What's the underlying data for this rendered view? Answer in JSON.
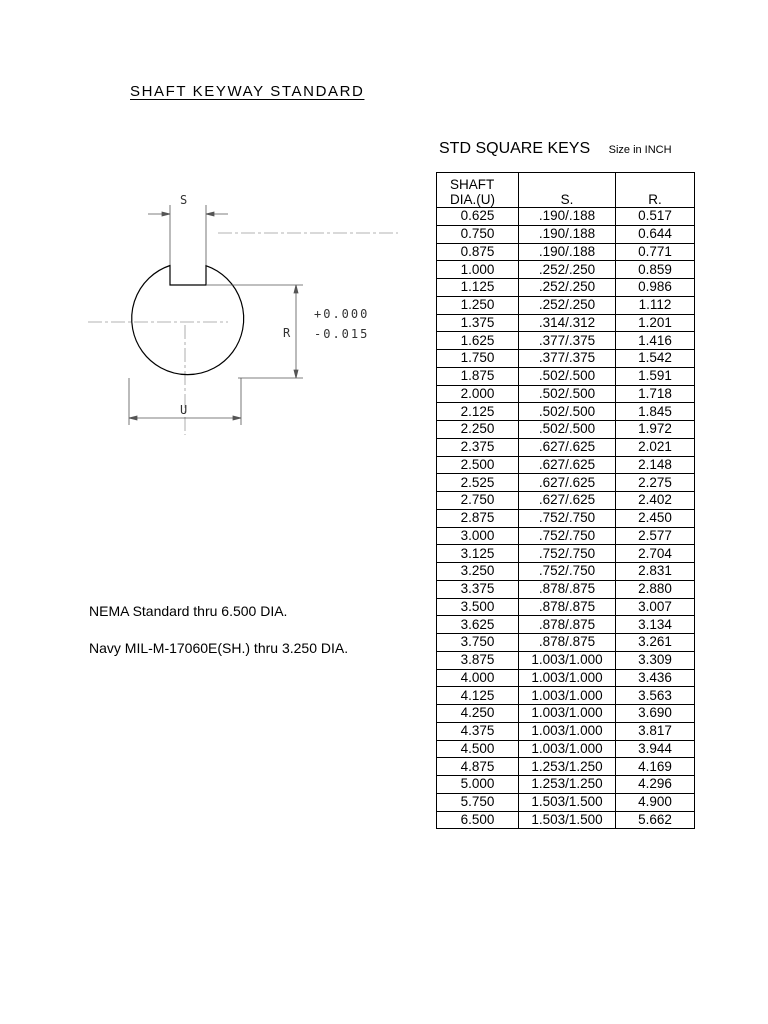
{
  "document": {
    "title": "SHAFT KEYWAY STANDARD",
    "table_heading": "STD  SQUARE KEYS",
    "table_units": "Size in  INCH"
  },
  "drawing": {
    "label_s": "S",
    "label_r": "R",
    "label_u": "U",
    "tol_plus": "+0.000",
    "tol_minus": "-0.015"
  },
  "notes": {
    "nema": "NEMA Standard thru 6.500 DIA.",
    "navy": "Navy MIL-M-17060E(SH.) thru 3.250 DIA."
  },
  "table": {
    "headers": [
      "SHAFT",
      "DIA.(U)",
      "S.",
      "R."
    ],
    "rows": [
      [
        "0.625",
        ".190/.188",
        "0.517"
      ],
      [
        "0.750",
        ".190/.188",
        "0.644"
      ],
      [
        "0.875",
        ".190/.188",
        "0.771"
      ],
      [
        "1.000",
        ".252/.250",
        "0.859"
      ],
      [
        "1.125",
        ".252/.250",
        "0.986"
      ],
      [
        "1.250",
        ".252/.250",
        "1.112"
      ],
      [
        "1.375",
        ".314/.312",
        "1.201"
      ],
      [
        "1.625",
        ".377/.375",
        "1.416"
      ],
      [
        "1.750",
        ".377/.375",
        "1.542"
      ],
      [
        "1.875",
        ".502/.500",
        "1.591"
      ],
      [
        "2.000",
        ".502/.500",
        "1.718"
      ],
      [
        "2.125",
        ".502/.500",
        "1.845"
      ],
      [
        "2.250",
        ".502/.500",
        "1.972"
      ],
      [
        "2.375",
        ".627/.625",
        "2.021"
      ],
      [
        "2.500",
        ".627/.625",
        "2.148"
      ],
      [
        "2.525",
        ".627/.625",
        "2.275"
      ],
      [
        "2.750",
        ".627/.625",
        "2.402"
      ],
      [
        "2.875",
        ".752/.750",
        "2.450"
      ],
      [
        "3.000",
        ".752/.750",
        "2.577"
      ],
      [
        "3.125",
        ".752/.750",
        "2.704"
      ],
      [
        "3.250",
        ".752/.750",
        "2.831"
      ],
      [
        "3.375",
        ".878/.875",
        "2.880"
      ],
      [
        "3.500",
        ".878/.875",
        "3.007"
      ],
      [
        "3.625",
        ".878/.875",
        "3.134"
      ],
      [
        "3.750",
        ".878/.875",
        "3.261"
      ],
      [
        "3.875",
        "1.003/1.000",
        "3.309"
      ],
      [
        "4.000",
        "1.003/1.000",
        "3.436"
      ],
      [
        "4.125",
        "1.003/1.000",
        "3.563"
      ],
      [
        "4.250",
        "1.003/1.000",
        "3.690"
      ],
      [
        "4.375",
        "1.003/1.000",
        "3.817"
      ],
      [
        "4.500",
        "1.003/1.000",
        "3.944"
      ],
      [
        "4.875",
        "1.253/1.250",
        "4.169"
      ],
      [
        "5.000",
        "1.253/1.250",
        "4.296"
      ],
      [
        "5.750",
        "1.503/1.500",
        "4.900"
      ],
      [
        "6.500",
        "1.503/1.500",
        "5.662"
      ]
    ]
  }
}
